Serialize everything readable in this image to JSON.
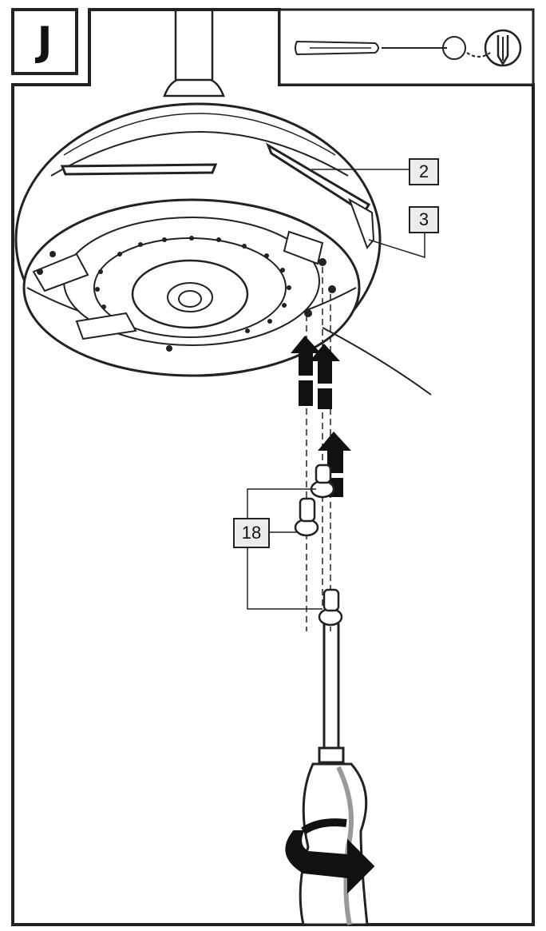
{
  "step": {
    "letter": "J"
  },
  "callouts": [
    {
      "id": "callout-2",
      "label": "2"
    },
    {
      "id": "callout-3",
      "label": "3"
    },
    {
      "id": "callout-18",
      "label": "18"
    }
  ],
  "icons": {
    "tool_inset": "screwdriver-icon",
    "bit_detail": "phillips-bit-icon",
    "rotation": "clockwise-rotation-arrow-icon"
  },
  "colors": {
    "line": "#222222",
    "callout_fill": "#ececec",
    "background": "#ffffff"
  }
}
